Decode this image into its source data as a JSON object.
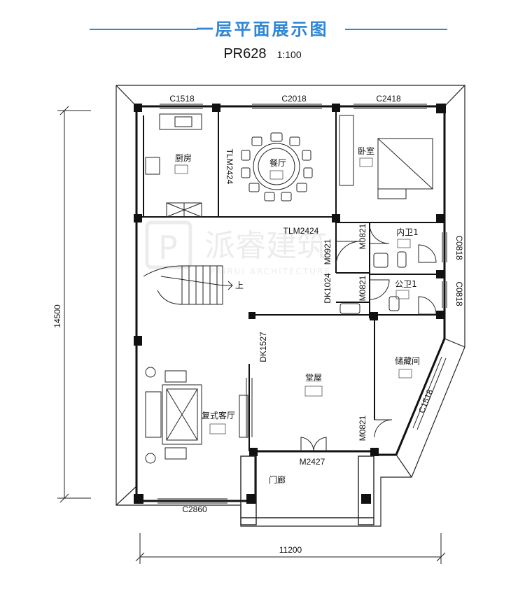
{
  "header": {
    "title": "一层平面展示图",
    "code": "PR628",
    "scale": "1:100",
    "accent": "#2e86d6"
  },
  "watermark": {
    "logo": "P",
    "text": "派睿建筑",
    "subtext": "PAIRUI ARCHITECTURE"
  },
  "dimensions": {
    "height": "14500",
    "width": "11200"
  },
  "windows": {
    "w1": "C1518",
    "w2": "C2018",
    "w3": "C2418",
    "w4": "C2860",
    "w5": "C1518",
    "w6": "C0818",
    "w7": "C0818"
  },
  "doors": {
    "tlm_a": "TLM2424",
    "tlm_b": "TLM2424",
    "m0921": "M0921",
    "m0821_a": "M0821",
    "m0821_b": "M0821",
    "m0821_c": "M0821",
    "dk1024": "DK1024",
    "dk1527": "DK1527",
    "m2427": "M2427"
  },
  "rooms": {
    "kitchen": "厨房",
    "dining": "餐厅",
    "bedroom": "卧室",
    "inner_bath": "内卫1",
    "public_bath": "公卫1",
    "storage": "储藏间",
    "hall": "堂屋",
    "living": "复式客厅",
    "porch": "门廊",
    "stair_up": "上"
  }
}
